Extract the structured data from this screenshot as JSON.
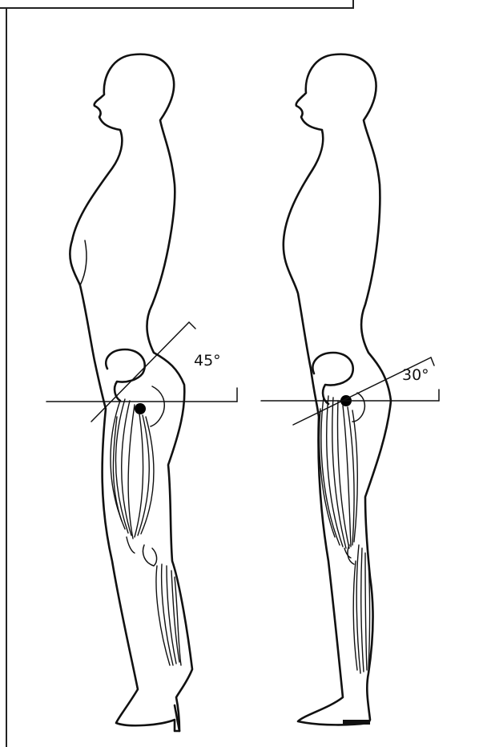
{
  "figures": [
    {
      "id": "left",
      "angle_label": "45°"
    },
    {
      "id": "right",
      "angle_label": "30°"
    }
  ]
}
